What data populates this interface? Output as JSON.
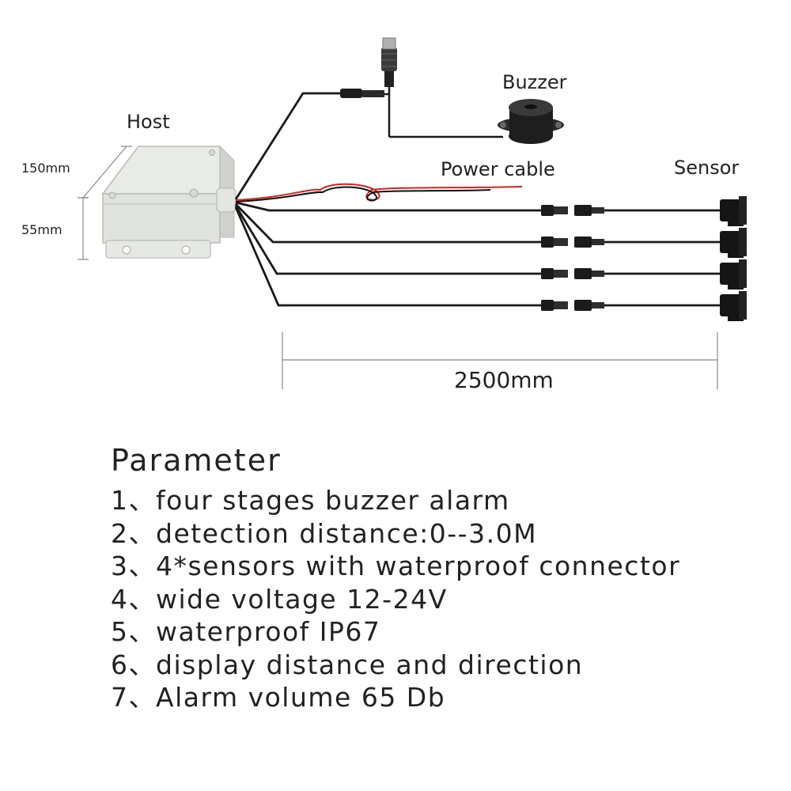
{
  "diagram": {
    "host_label": "Host",
    "buzzer_label": "Buzzer",
    "power_cable_label": "Power cable",
    "sensor_label": "Sensor",
    "width_dim": "150mm",
    "height_dim": "55mm",
    "cable_length": "2500mm",
    "sensor_count": 4
  },
  "parameters": {
    "heading": "Parameter",
    "items": [
      "1、four stages buzzer alarm",
      "2、detection distance:0--3.0M",
      "3、4*sensors with waterproof connector",
      "4、wide voltage 12-24V",
      "5、waterproof IP67",
      "6、display distance and direction",
      "7、Alarm volume 65 Db"
    ]
  }
}
